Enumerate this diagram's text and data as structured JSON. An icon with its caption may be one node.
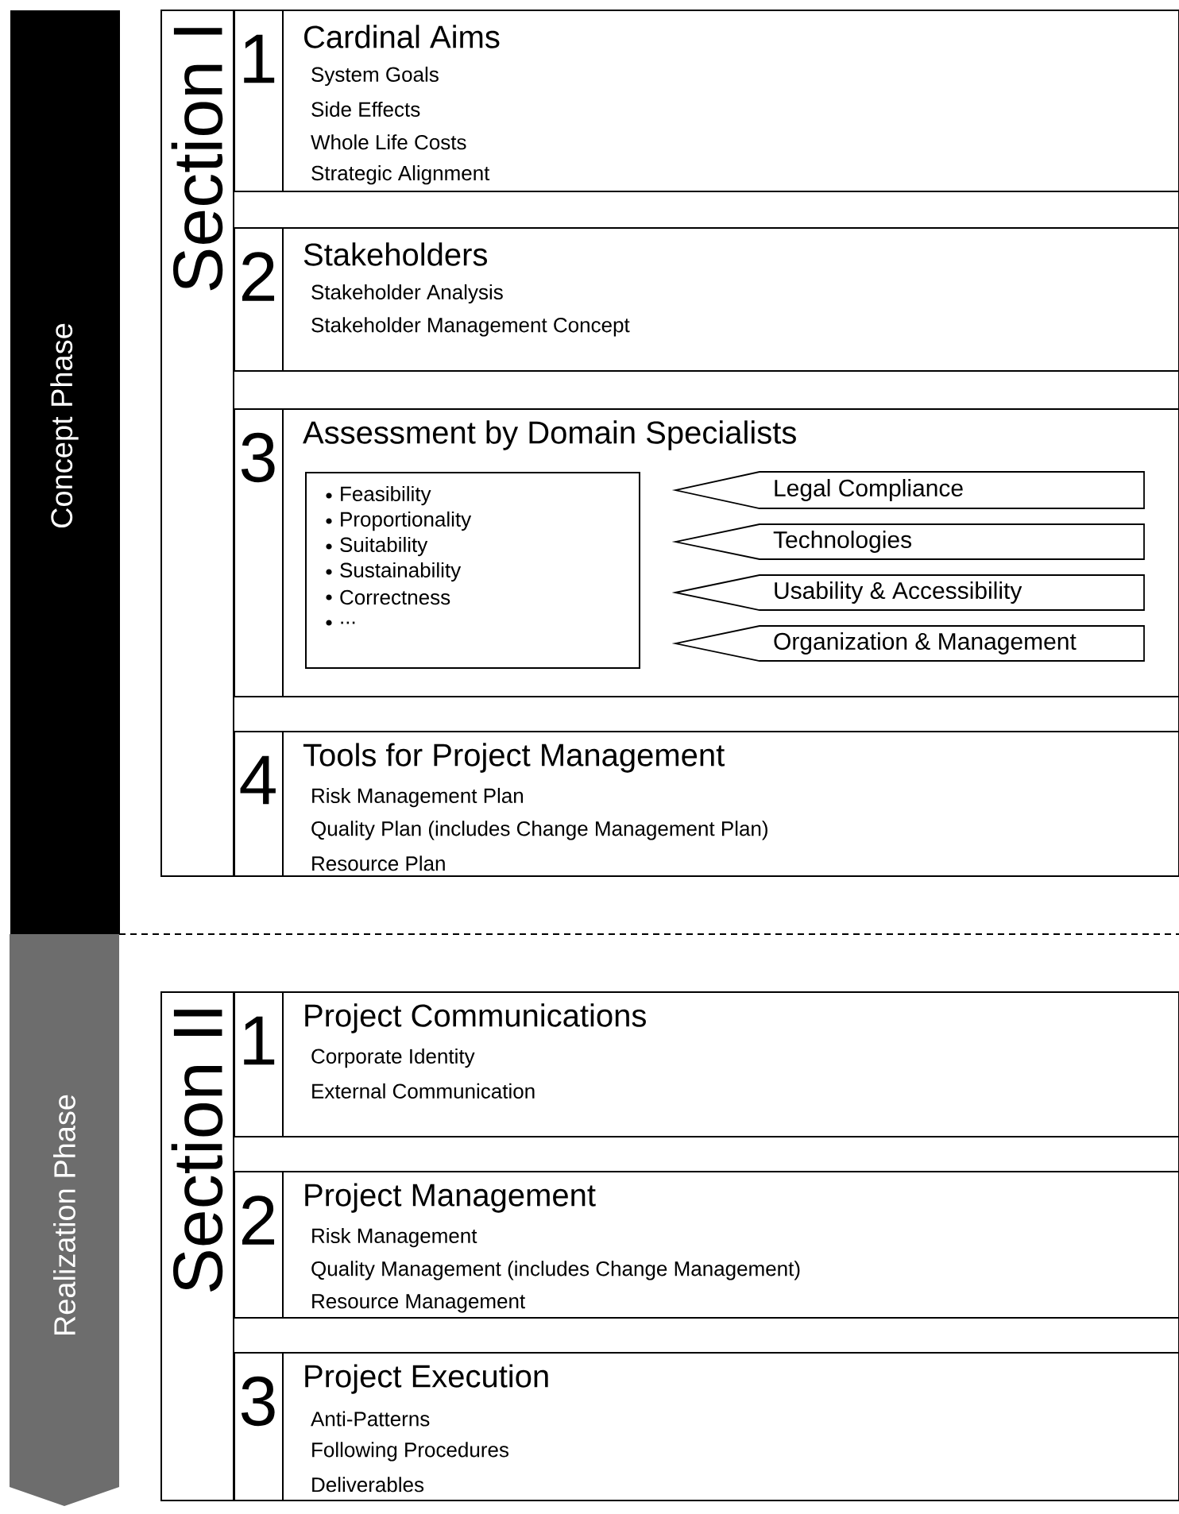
{
  "diagram": {
    "nodes": [
      {
        "text": [
          "Concept Phase"
        ]
      },
      {
        "text": [
          "Realization Phase"
        ]
      },
      {
        "text": [
          "Section I"
        ]
      },
      {
        "text": [
          "1",
          "Cardinal Aims",
          "System Goals",
          "Side Effects",
          "Whole Life Costs",
          "Strategic Alignment"
        ],
        "in": 2
      },
      {
        "text": [
          "2",
          "Stakeholders",
          "Stakeholder Analysis",
          "Stakeholder Management Concept"
        ],
        "in": 2
      },
      {
        "text": [
          "3",
          "Assessment by Domain Specialists"
        ],
        "in": 2
      },
      {
        "text": [
          "Feasibility",
          "Proportionality",
          "Suitability",
          "Sustainability",
          "Correctness",
          "..."
        ],
        "in": 5
      },
      {
        "text": [
          "Legal Compliance"
        ],
        "in": 5
      },
      {
        "text": [
          "Technologies"
        ],
        "in": 5
      },
      {
        "text": [
          "Usability & Accessibility"
        ],
        "in": 5
      },
      {
        "text": [
          "Organization & Management"
        ],
        "in": 5
      },
      {
        "text": [
          "4",
          "Tools for Project Management",
          "Risk Management Plan",
          "Quality Plan (includes Change Management Plan)",
          "Resource Plan"
        ],
        "in": 2
      },
      {
        "text": [
          "Section II"
        ]
      },
      {
        "text": [
          "1",
          "Project Communications",
          "Corporate Identity",
          "External Communication"
        ],
        "in": 12
      },
      {
        "text": [
          "2",
          "Project Management",
          "Risk Management",
          "Quality Management (includes Change Management)",
          "Resource Management"
        ],
        "in": 12
      },
      {
        "text": [
          "3",
          "Project Execution",
          "Anti-Patterns",
          "Following Procedures",
          "Deliverables"
        ],
        "in": 12
      }
    ]
  }
}
